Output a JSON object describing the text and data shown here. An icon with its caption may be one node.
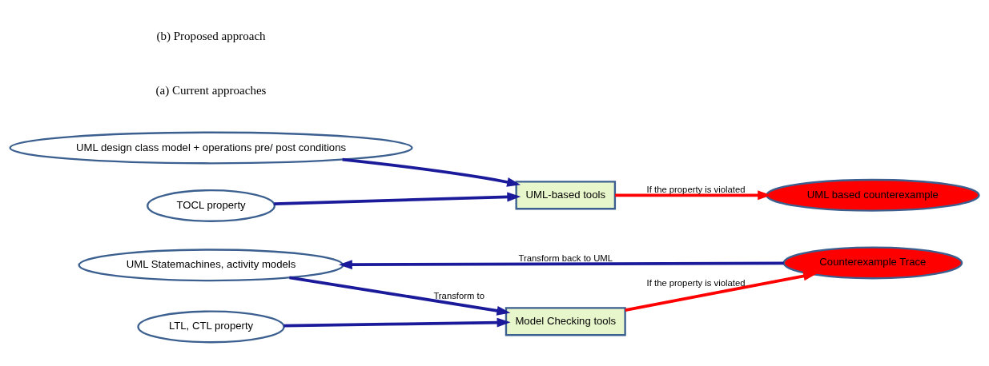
{
  "diagram": {
    "nodes": [
      {
        "text": [
          "UML Statemachines, activity models"
        ]
      },
      {
        "text": [
          "Counterexample Trace"
        ]
      },
      {
        "text": [
          "LTL, CTL property"
        ]
      },
      {
        "text": [
          "Model Checking tools"
        ]
      },
      {
        "text": [
          "UML design class model + operations pre/ post conditions"
        ]
      },
      {
        "text": [
          "UML based counterexample"
        ]
      },
      {
        "text": [
          "UML-based tools"
        ]
      },
      {
        "text": [
          "TOCL property"
        ]
      }
    ],
    "edges": [
      {
        "from": 1,
        "to": 0,
        "arrow": "to",
        "label": "Transform back to UML"
      },
      {
        "from": 0,
        "to": 3,
        "arrow": "to",
        "label": "Transform to"
      },
      {
        "from": 2,
        "to": 3,
        "arrow": "to"
      },
      {
        "from": 3,
        "to": 1,
        "arrow": "to",
        "label": "If the property is violated",
        "color": "#ff0000"
      },
      {
        "from": 4,
        "to": 6,
        "arrow": "to"
      },
      {
        "from": 7,
        "to": 6,
        "arrow": "to"
      },
      {
        "from": 6,
        "to": 5,
        "arrow": "to",
        "label": "If the property is violated",
        "color": "#ff0000"
      }
    ],
    "labels": [
      "(a) Current approaches",
      "(b) Proposed approach"
    ]
  }
}
